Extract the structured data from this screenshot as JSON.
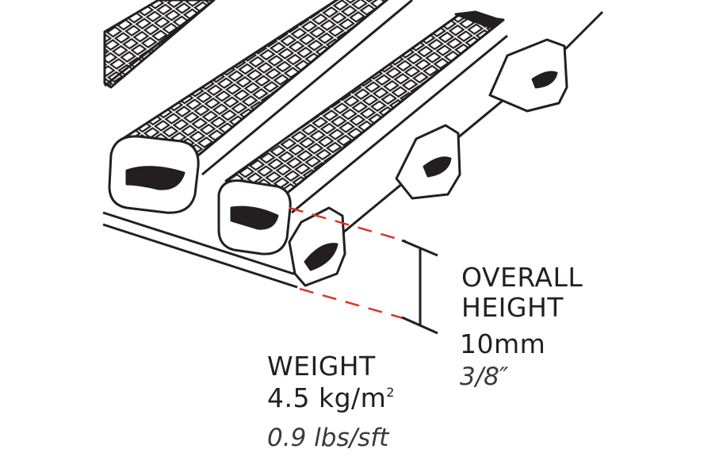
{
  "height_spec": {
    "label_line1": "OVERALL",
    "label_line2": "HEIGHT",
    "metric": "10mm",
    "imperial": "3/8″"
  },
  "weight_spec": {
    "label": "WEIGHT",
    "metric_value": "4.5 kg/m",
    "metric_superscript": "2",
    "imperial": "0.9 lbs/sft"
  },
  "colors": {
    "line": "#231f20",
    "dimension_dash": "#d9342b"
  }
}
